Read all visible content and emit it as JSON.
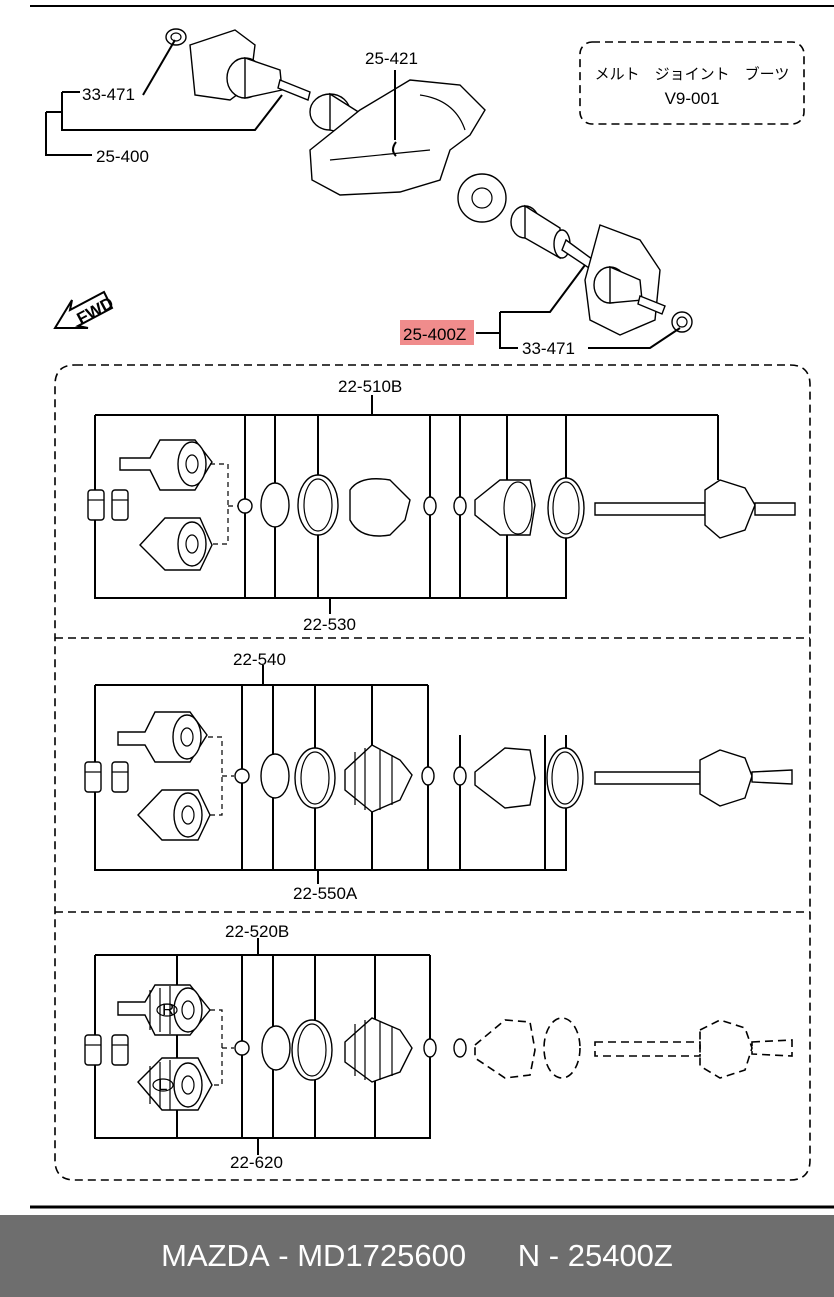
{
  "labels": {
    "l33_471_top": "33-471",
    "l25_400": "25-400",
    "l25_421": "25-421",
    "l25_400z": "25-400Z",
    "l33_471_bottom": "33-471",
    "l22_510b": "22-510B",
    "l22_530": "22-530",
    "l22_540": "22-540",
    "l22_550a": "22-550A",
    "l22_520b": "22-520B",
    "l22_620": "22-620",
    "fwd": "FWD",
    "mark_r": "R",
    "mark_l": "L"
  },
  "note_box": {
    "line1": "メルト　ジョイント　ブーツ",
    "line2": "V9-001"
  },
  "footer": {
    "brand": "MAZDA",
    "part_number": "MD1725600",
    "ref": "N - 25400Z"
  },
  "colors": {
    "highlight": "#f08c8c",
    "footer_bg": "#6e6e6e"
  }
}
